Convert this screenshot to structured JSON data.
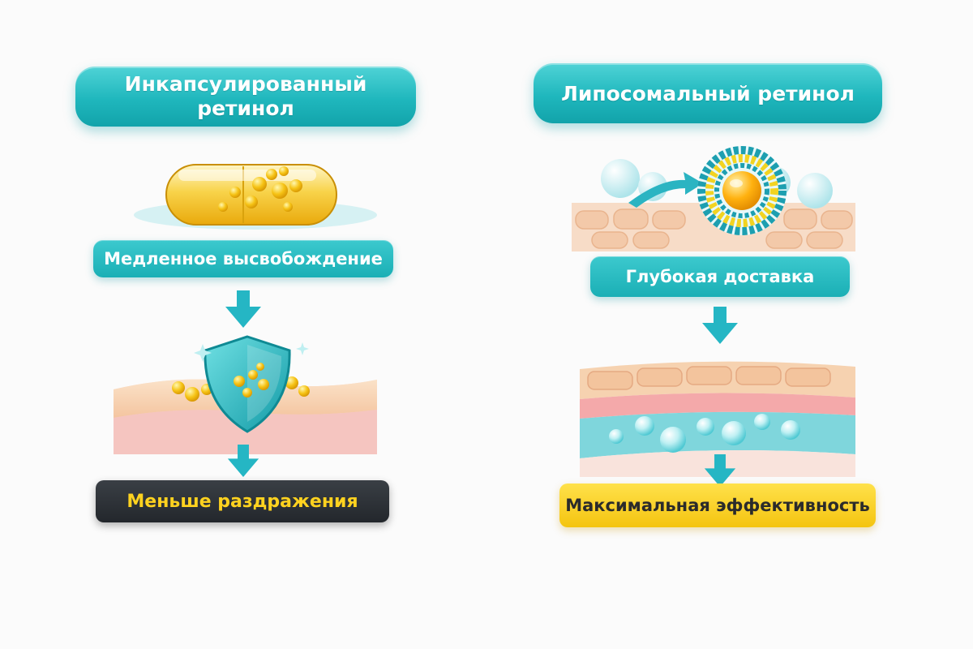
{
  "left_panel": {
    "title": "Инкапсулированный\nретинол",
    "step_label": "Медленное высвобождение",
    "result_label": "Меньше раздражения"
  },
  "right_panel": {
    "title": "Липосомальный ретинол",
    "step_label": "Глубокая доставка",
    "result_label": "Максимальная эффективность"
  },
  "colors": {
    "teal": "#1fb7bd",
    "retinol_yellow": "#f7c21a",
    "skin_peach": "#f6cba8",
    "result_dark": "#262a2f",
    "result_yellow": "#f7cf1f"
  },
  "icons": [
    "capsule-icon",
    "arrow-down-icon",
    "shield-icon",
    "liposome-icon",
    "arrow-right-icon",
    "skin-layer-icon"
  ]
}
